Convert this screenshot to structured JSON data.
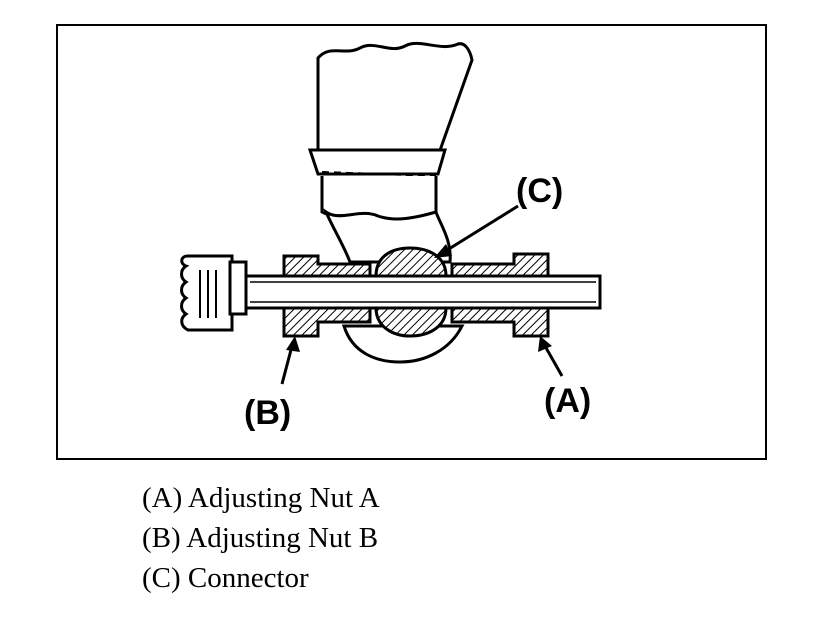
{
  "diagram": {
    "callouts": {
      "a": "(A)",
      "b": "(B)",
      "c": "(C)"
    },
    "legend": [
      "(A) Adjusting Nut A",
      "(B) Adjusting Nut B",
      "(C) Connector"
    ]
  }
}
